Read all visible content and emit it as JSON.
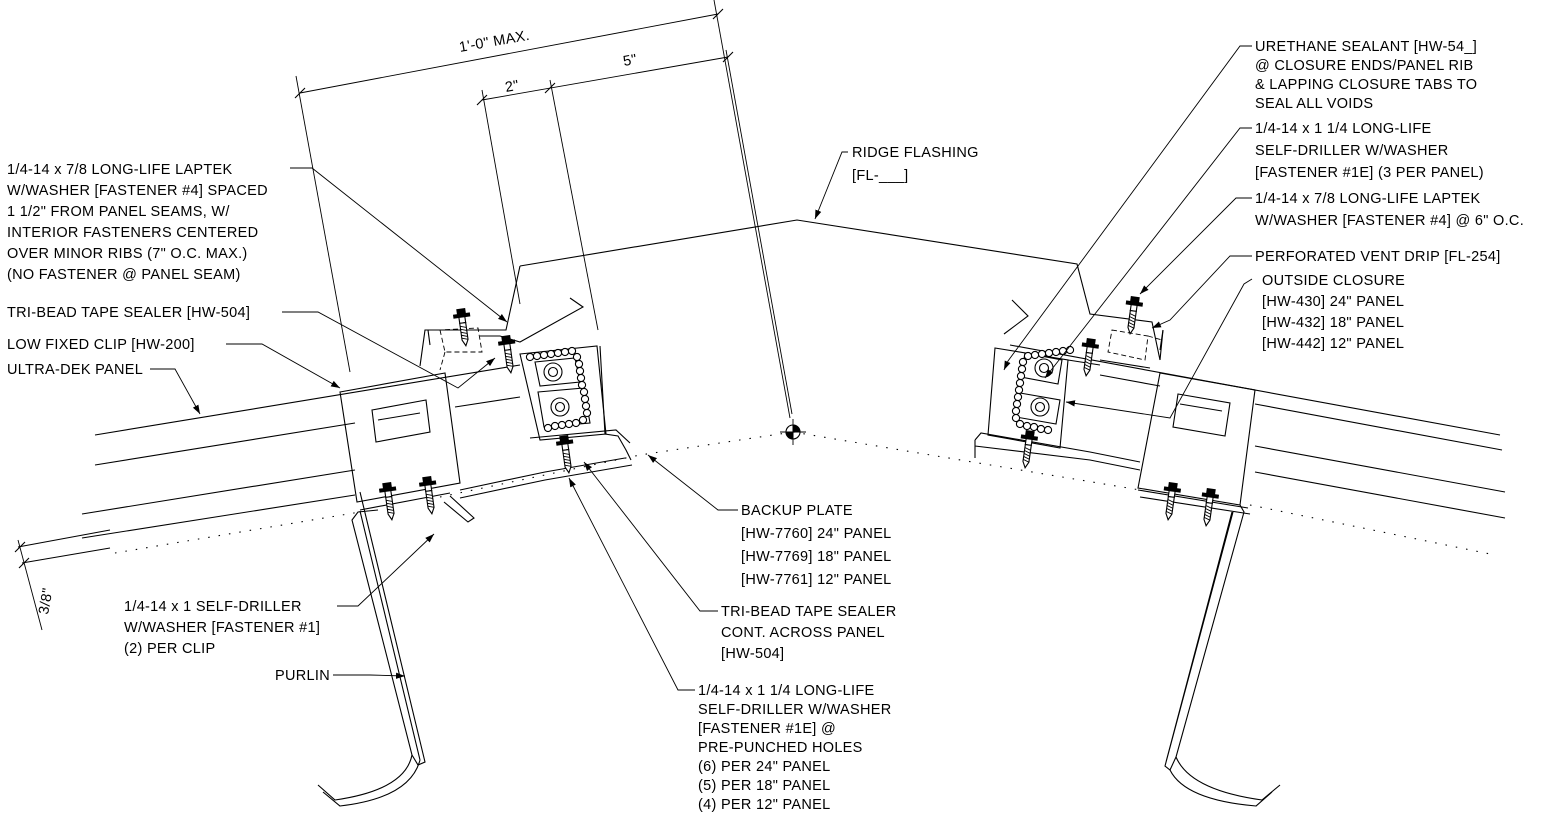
{
  "labels": {
    "dim_1ft": "1'-0\" MAX.",
    "dim_2in": "2\"",
    "dim_5in": "5\"",
    "dim_38": "3/8\"",
    "laptek_left": [
      "1/4-14 x 7/8 LONG-LIFE LAPTEK",
      "W/WASHER [FASTENER #4] SPACED",
      "1 1/2\" FROM PANEL SEAMS, W/",
      "INTERIOR FASTENERS CENTERED",
      "OVER MINOR RIBS (7\" O.C. MAX.)",
      "(NO FASTENER @ PANEL SEAM)"
    ],
    "tribead_left": "TRI-BEAD TAPE SEALER [HW-504]",
    "low_clip": "LOW FIXED CLIP [HW-200]",
    "panel": "ULTRA-DEK PANEL",
    "sd_clip": [
      "1/4-14 x 1 SELF-DRILLER",
      "W/WASHER [FASTENER #1]",
      "(2) PER CLIP"
    ],
    "purlin": "PURLIN",
    "ridge": [
      "RIDGE FLASHING",
      "[FL-___]"
    ],
    "backup": [
      "BACKUP PLATE",
      "[HW-7760] 24\" PANEL",
      "[HW-7769] 18\" PANEL",
      "[HW-7761] 12\" PANEL"
    ],
    "tribead_cont": [
      "TRI-BEAD TAPE SEALER",
      "CONT. ACROSS PANEL",
      "[HW-504]"
    ],
    "sd_1e_bottom": [
      "1/4-14 x 1 1/4 LONG-LIFE",
      "SELF-DRILLER W/WASHER",
      "[FASTENER #1E] @",
      "PRE-PUNCHED HOLES",
      "(6) PER 24\" PANEL",
      "(5) PER 18\" PANEL",
      "(4) PER 12\" PANEL"
    ],
    "urethane": [
      "URETHANE SEALANT [HW-54_]",
      "@ CLOSURE ENDS/PANEL RIB",
      "& LAPPING CLOSURE TABS TO",
      "SEAL ALL VOIDS"
    ],
    "sd_1e_right": [
      "1/4-14 x 1 1/4 LONG-LIFE",
      "SELF-DRILLER W/WASHER",
      "[FASTENER #1E] (3 PER PANEL)"
    ],
    "laptek_right": [
      "1/4-14 x 7/8 LONG-LIFE LAPTEK",
      "W/WASHER [FASTENER #4] @ 6\" O.C."
    ],
    "vent": "PERFORATED VENT DRIP [FL-254]",
    "closure": [
      "OUTSIDE CLOSURE",
      "[HW-430] 24\" PANEL",
      "[HW-432] 18\" PANEL",
      "[HW-442] 12\" PANEL"
    ]
  }
}
